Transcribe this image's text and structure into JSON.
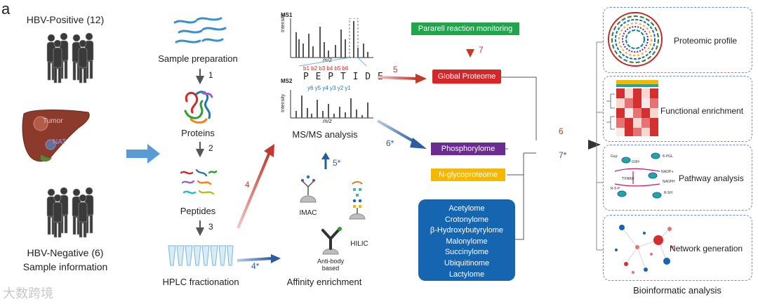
{
  "panel_letter": "a",
  "sample_info": {
    "hbv_positive": "HBV-Positive (12)",
    "tumor": "Tumor",
    "nat": "NAT",
    "hbv_negative": "HBV-Negative (6)",
    "caption": "Sample information"
  },
  "workflow": {
    "sample_prep": "Sample preparation",
    "proteins": "Proteins",
    "peptides": "Peptides",
    "hplc": "HPLC fractionation",
    "step1": "1",
    "step2": "2",
    "step3": "3",
    "step4": "4",
    "step4b": "4*",
    "step5b": "5*",
    "step5": "5",
    "step6b": "6*",
    "step6": "6",
    "step7": "7",
    "step7b": "7*"
  },
  "enrichment": {
    "imac": "IMAC",
    "antibody": "Anti-body based",
    "hilic": "HILIC",
    "caption": "Affinity enrichment"
  },
  "ms": {
    "ms1": "MS1",
    "ms2": "MS2",
    "intensity": "Intensity",
    "mz": "m/z",
    "b_ions": "b1 b2 b3 b4 b5 b6",
    "peptide": "P E P T I D E",
    "y_ions": "y6 y5 y4 y3 y2 y1",
    "caption": "MS/MS analysis"
  },
  "datasets": {
    "prm": "Pararell reaction monitoring",
    "global": "Global Proteome",
    "phospho": "Phosphorylome",
    "nglyco": "N-glycoproteome",
    "modifications": [
      "Acetylome",
      "Crotonylome",
      "β-Hydroxybutyrylome",
      "Malonylome",
      "Succinylome",
      "Ubiquitinome",
      "Lactylome"
    ]
  },
  "bioinfo": {
    "proteomic_profile": "Proteomic profile",
    "functional_enrichment": "Functional enrichment",
    "pathway_analysis": "Pathway analysis",
    "network_generation": "Network generation",
    "caption": "Bioinformatic analysis"
  },
  "colors": {
    "prm": "#1fa54a",
    "global": "#d62728",
    "phospho": "#6a2c91",
    "nglyco": "#f5b800",
    "mods": "#1565b0",
    "arrow_blue": "#5b9bd5",
    "panel_border": "#6b8fc4"
  },
  "watermark": "大数跨境"
}
